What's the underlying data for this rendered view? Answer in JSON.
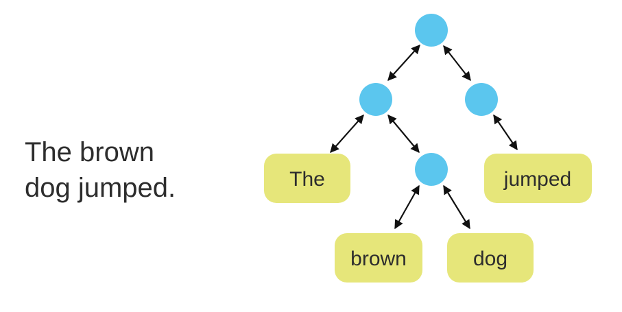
{
  "sentence": {
    "line1": "The brown",
    "line2": "dog jumped."
  },
  "tree": {
    "leaves": [
      {
        "id": "leaf-the",
        "label": "The"
      },
      {
        "id": "leaf-brown",
        "label": "brown"
      },
      {
        "id": "leaf-dog",
        "label": "dog"
      },
      {
        "id": "leaf-jumped",
        "label": "jumped"
      }
    ]
  },
  "colors": {
    "node": "#5bc6ee",
    "leaf": "#e6e67a",
    "arrow": "#111111",
    "text": "#2d2d2d"
  }
}
